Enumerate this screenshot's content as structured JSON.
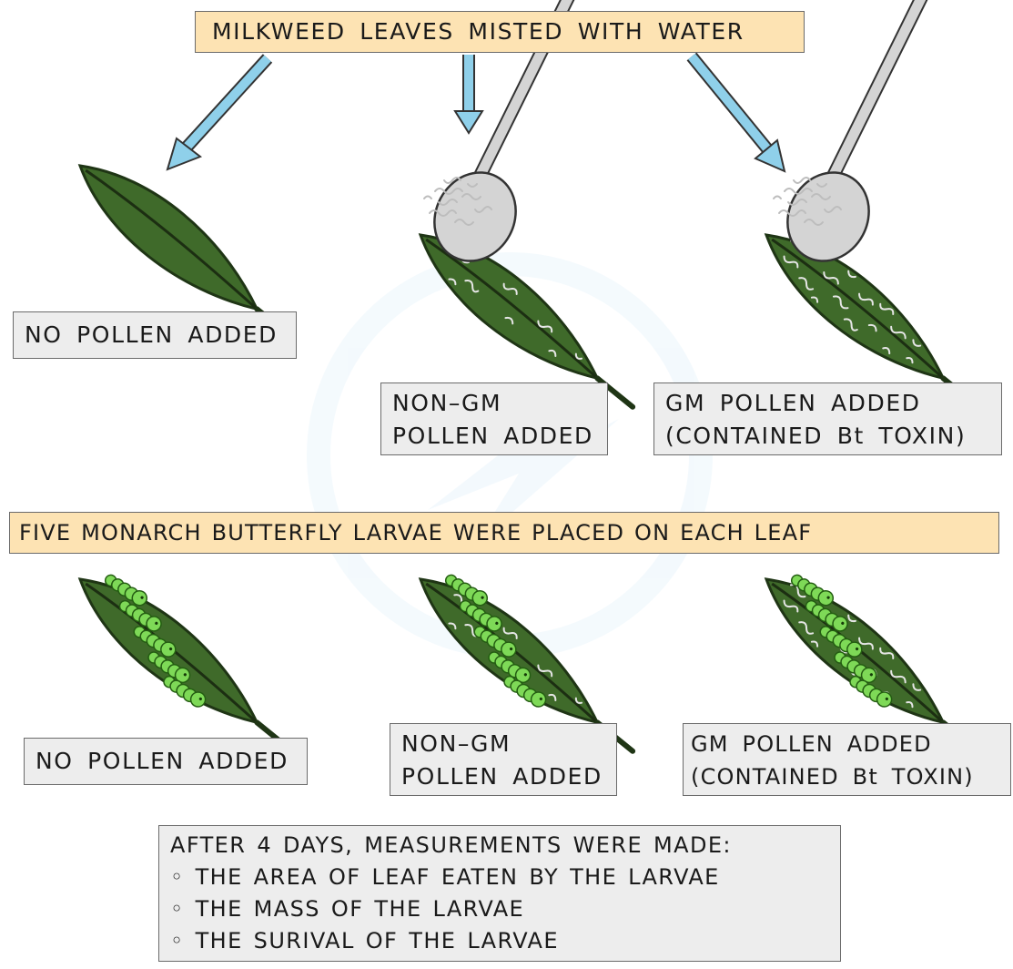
{
  "top_banner": "MILKWEED LEAVES MISTED WITH WATER",
  "row1": {
    "labels": [
      [
        "NO POLLEN ADDED"
      ],
      [
        "NON–GM",
        "POLLEN ADDED"
      ],
      [
        "GM  POLLEN ADDED",
        "(CONTAINED  Bt  TOXIN)"
      ]
    ]
  },
  "middle_banner": "FIVE MONARCH BUTTERFLY  LARVAE  WERE  PLACED  ON  EACH  LEAF",
  "row2": {
    "labels": [
      [
        "NO POLLEN ADDED"
      ],
      [
        "NON–GM",
        "POLLEN ADDED"
      ],
      [
        "GM  POLLEN ADDED",
        "(CONTAINED  Bt  TOXIN)"
      ]
    ]
  },
  "results_box": {
    "heading": "AFTER  4  DAYS,  MEASUREMENTS  WERE  MADE:",
    "items": [
      "◦ THE  AREA  OF  LEAF  EATEN  BY  THE  LARVAE",
      "◦ THE  MASS  OF  THE  LARVAE",
      "◦ THE  SURIVAL  OF  THE  LARVAE"
    ]
  },
  "colors": {
    "banner_fill": "#fde3b3",
    "label_fill": "#ededed",
    "arrow": "#8fd0ea",
    "leaf": "#3f6a2a",
    "larva": "#7ed957",
    "spoon": "#d3d3d3"
  }
}
